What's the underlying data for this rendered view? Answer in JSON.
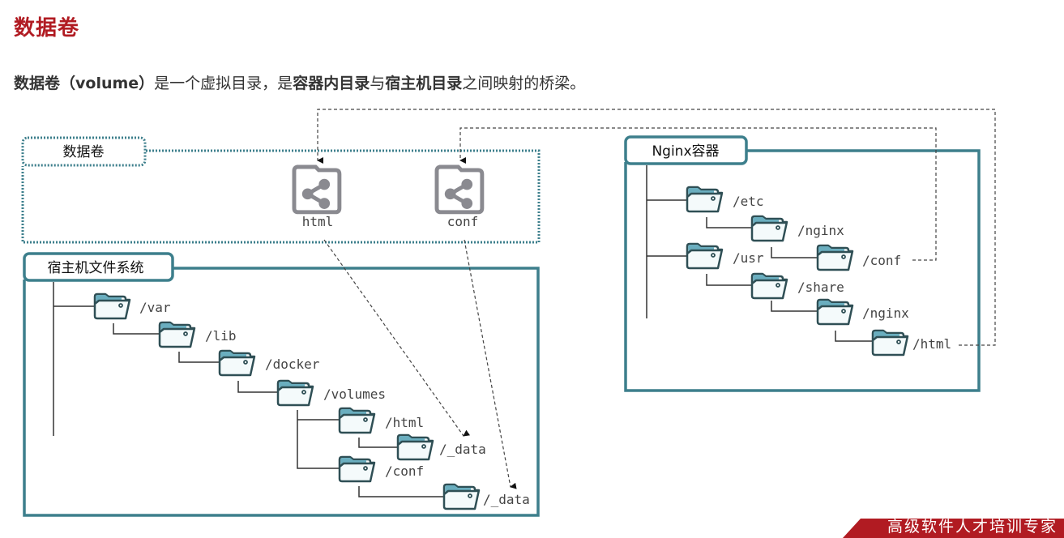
{
  "title": "数据卷",
  "subtitle": {
    "parts": [
      {
        "text": "数据卷（volume）",
        "bold": true
      },
      {
        "text": "是一个虚拟目录，是",
        "bold": false
      },
      {
        "text": "容器内目录",
        "bold": true
      },
      {
        "text": "与",
        "bold": false
      },
      {
        "text": "宿主机目录",
        "bold": true
      },
      {
        "text": "之间映射的桥梁。",
        "bold": false
      }
    ]
  },
  "volume_box": {
    "label": "数据卷",
    "volumes": [
      {
        "name": "html",
        "icon": "shared-folder-icon"
      },
      {
        "name": "conf",
        "icon": "shared-folder-icon"
      }
    ]
  },
  "host_box": {
    "label": "宿主机文件系统",
    "tree": [
      "/var",
      "/lib",
      "/docker",
      "/volumes",
      "/html",
      "/_data",
      "/conf",
      "/_data"
    ]
  },
  "nginx_box": {
    "label": "Nginx容器",
    "tree": [
      "/etc",
      "/nginx",
      "/usr",
      "/conf",
      "/share",
      "/nginx",
      "/html"
    ]
  },
  "colors": {
    "accent_red": "#b11b22",
    "teal": "#3d7f8c",
    "folder_tab": "#6aaebf",
    "icon_gray": "#8a8a90"
  },
  "footer": {
    "text": "高级软件人才培训专家"
  }
}
